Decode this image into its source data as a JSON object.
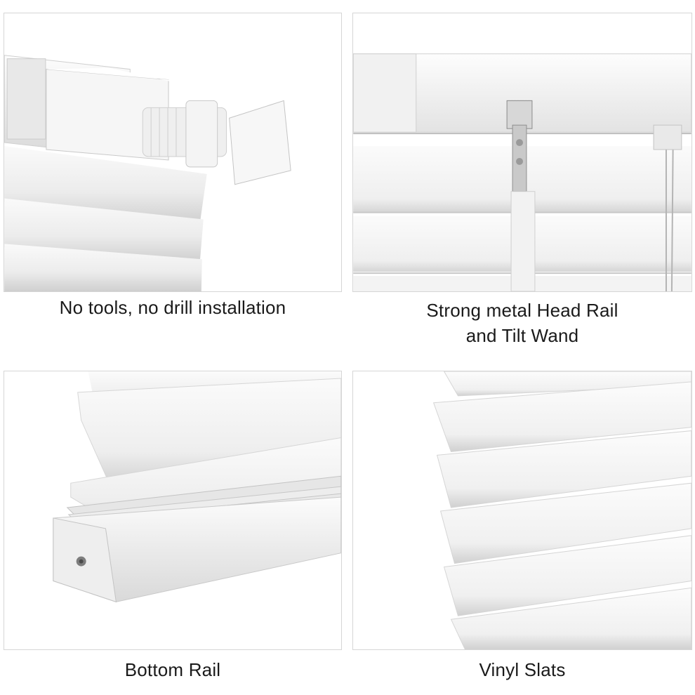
{
  "panels": [
    {
      "id": "tension-mount",
      "caption_lines": [
        "No tools, no drill installation"
      ]
    },
    {
      "id": "head-rail",
      "caption_lines": [
        "Strong metal Head Rail",
        "and Tilt Wand"
      ]
    },
    {
      "id": "bottom-rail",
      "caption_lines": [
        "Bottom Rail"
      ]
    },
    {
      "id": "vinyl-slats",
      "caption_lines": [
        "Vinyl Slats"
      ]
    }
  ],
  "colors": {
    "background": "#ffffff",
    "border": "#d6d6d6",
    "caption": "#1a1a1a",
    "slat_light": "#f4f4f4",
    "slat_shadow": "#c8c8c8"
  }
}
